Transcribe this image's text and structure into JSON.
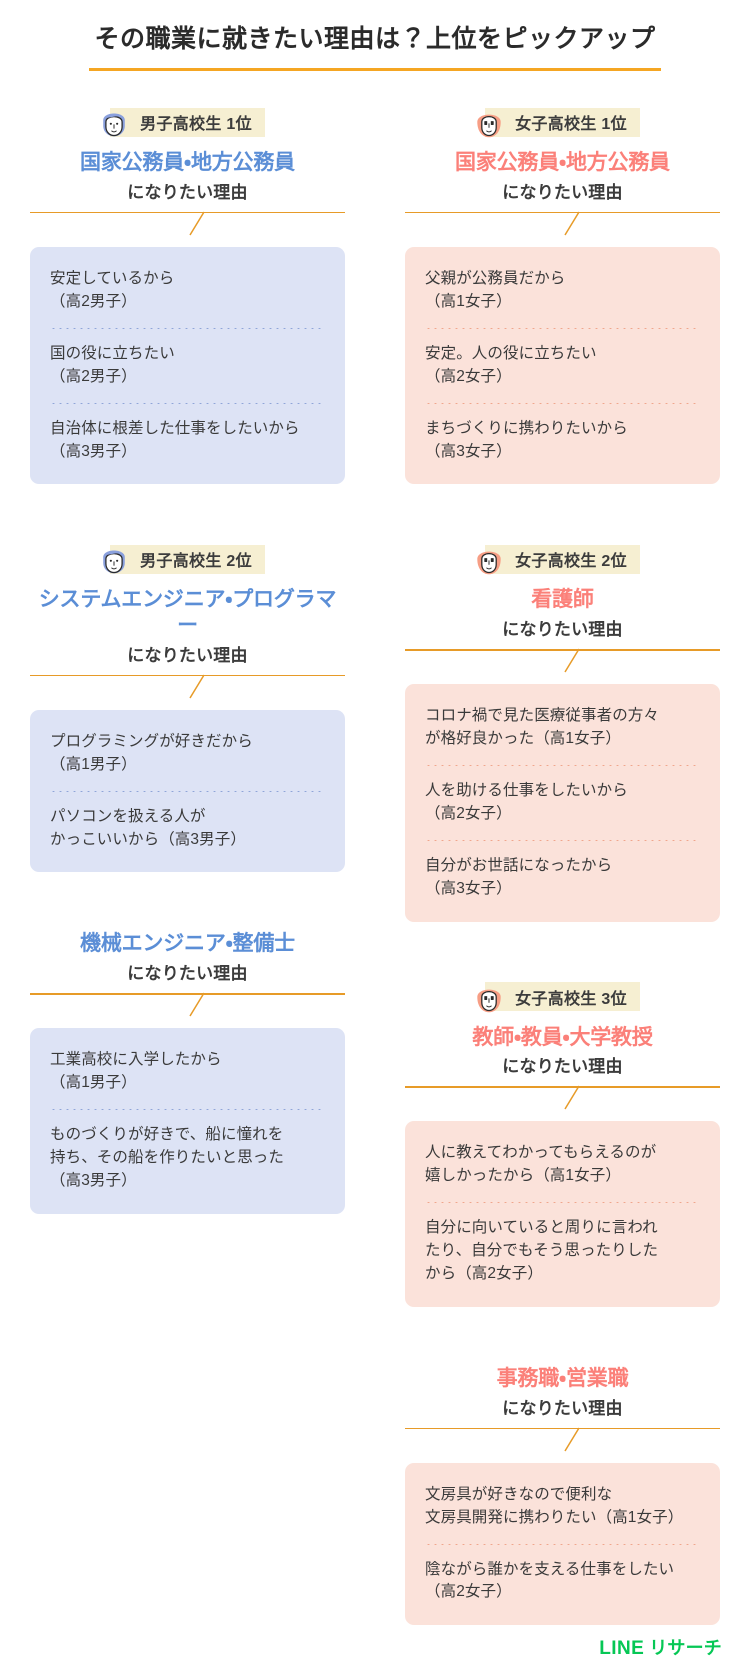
{
  "header": {
    "title": "その職業に就きたい理由は？上位をピックアップ",
    "rule_color": "#f5a623"
  },
  "colors": {
    "male_accent": "#5b8ed6",
    "female_accent": "#fb8079",
    "male_box": "#dde3f5",
    "female_box": "#fbe2da",
    "badge_bg": "#f6efd2",
    "divider": "#e79b28",
    "line_green": "#06c755"
  },
  "sub_label": "になりたい理由",
  "left_column": {
    "sections": [
      {
        "badge": "男子高校生 1位",
        "avatar": "male-student-icon",
        "job": "国家公務員・地方公務員",
        "sub": "になりたい理由",
        "quotes": [
          "安定しているから\n（高2男子）",
          "国の役に立ちたい\n（高2男子）",
          "自治体に根差した仕事をしたいから\n（高3男子）"
        ]
      },
      {
        "badge": "男子高校生 2位",
        "avatar": "male-student-icon",
        "job": "システムエンジニア・プログラマー",
        "sub": "になりたい理由",
        "quotes": [
          "プログラミングが好きだから\n（高1男子）",
          "パソコンを扱える人が\nかっこいいから（高3男子）"
        ]
      },
      {
        "badge": null,
        "avatar": null,
        "job": "機械エンジニア・整備士",
        "sub": "になりたい理由",
        "quotes": [
          "工業高校に入学したから\n（高1男子）",
          "ものづくりが好きで、船に憧れを\n持ち、その船を作りたいと思った\n（高3男子）"
        ]
      }
    ]
  },
  "right_column": {
    "sections": [
      {
        "badge": "女子高校生 1位",
        "avatar": "female-student-icon",
        "job": "国家公務員・地方公務員",
        "sub": "になりたい理由",
        "quotes": [
          "父親が公務員だから\n（高1女子）",
          "安定。人の役に立ちたい\n（高2女子）",
          "まちづくりに携わりたいから\n（高3女子）"
        ]
      },
      {
        "badge": "女子高校生 2位",
        "avatar": "female-student-icon",
        "job": "看護師",
        "sub": "になりたい理由",
        "quotes": [
          "コロナ禍で見た医療従事者の方々\nが格好良かった（高1女子）",
          "人を助ける仕事をしたいから\n（高2女子）",
          "自分がお世話になったから\n（高3女子）"
        ]
      },
      {
        "badge": "女子高校生 3位",
        "avatar": "female-student-icon",
        "job": "教師・教員・大学教授",
        "sub": "になりたい理由",
        "quotes": [
          "人に教えてわかってもらえるのが\n嬉しかったから（高1女子）",
          "自分に向いていると周りに言われ\nたり、自分でもそう思ったりした\nから（高2女子）"
        ]
      },
      {
        "badge": null,
        "avatar": null,
        "job": "事務職・営業職",
        "sub": "になりたい理由",
        "quotes": [
          "文房具が好きなので便利な\n文房具開発に携わりたい（高1女子）",
          "陰ながら誰かを支える仕事をしたい\n（高2女子）"
        ]
      }
    ]
  },
  "footer": {
    "brand": "LINE",
    "brand_sub": "リサーチ"
  }
}
